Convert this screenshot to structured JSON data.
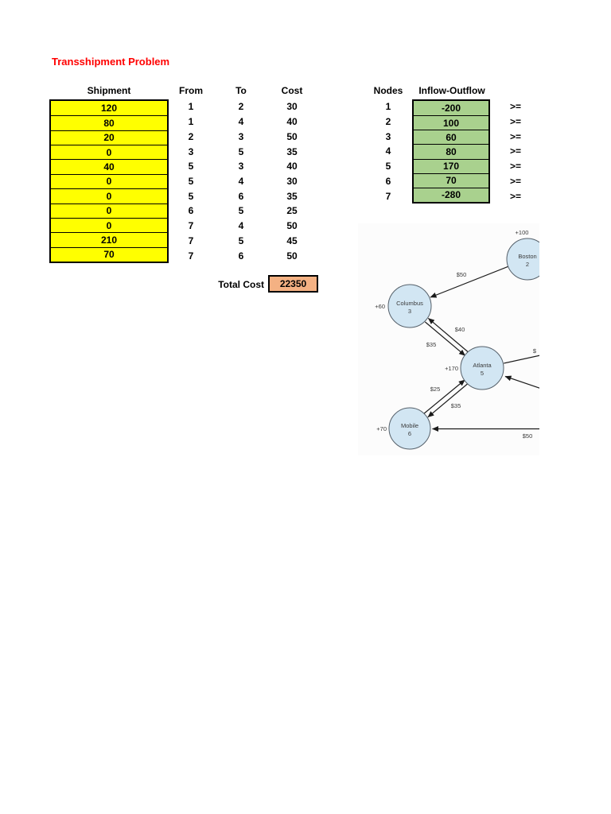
{
  "page": {
    "title": "Transshipment Problem"
  },
  "shipment_table": {
    "headers": {
      "shipment": "Shipment",
      "from": "From",
      "to": "To",
      "cost": "Cost"
    },
    "rows": [
      {
        "shipment": "120",
        "from": "1",
        "to": "2",
        "cost": "30"
      },
      {
        "shipment": "80",
        "from": "1",
        "to": "4",
        "cost": "40"
      },
      {
        "shipment": "20",
        "from": "2",
        "to": "3",
        "cost": "50"
      },
      {
        "shipment": "0",
        "from": "3",
        "to": "5",
        "cost": "35"
      },
      {
        "shipment": "40",
        "from": "5",
        "to": "3",
        "cost": "40"
      },
      {
        "shipment": "0",
        "from": "5",
        "to": "4",
        "cost": "30"
      },
      {
        "shipment": "0",
        "from": "5",
        "to": "6",
        "cost": "35"
      },
      {
        "shipment": "0",
        "from": "6",
        "to": "5",
        "cost": "25"
      },
      {
        "shipment": "0",
        "from": "7",
        "to": "4",
        "cost": "50"
      },
      {
        "shipment": "210",
        "from": "7",
        "to": "5",
        "cost": "45"
      },
      {
        "shipment": "70",
        "from": "7",
        "to": "6",
        "cost": "50"
      }
    ]
  },
  "nodes_table": {
    "headers": {
      "nodes": "Nodes",
      "inflow_outflow": "Inflow-Outflow"
    },
    "rows": [
      {
        "node": "1",
        "value": "-200",
        "op": ">="
      },
      {
        "node": "2",
        "value": "100",
        "op": ">="
      },
      {
        "node": "3",
        "value": "60",
        "op": ">="
      },
      {
        "node": "4",
        "value": "80",
        "op": ">="
      },
      {
        "node": "5",
        "value": "170",
        "op": ">="
      },
      {
        "node": "6",
        "value": "70",
        "op": ">="
      },
      {
        "node": "7",
        "value": "-280",
        "op": ">="
      }
    ]
  },
  "total_cost": {
    "label": "Total Cost",
    "value": "22350"
  },
  "diagram": {
    "nodes": [
      {
        "name": "Boston",
        "number": "2",
        "supply": "+100"
      },
      {
        "name": "Columbus",
        "number": "3",
        "supply": "+60"
      },
      {
        "name": "Atlanta",
        "number": "5",
        "supply": "+170"
      },
      {
        "name": "Mobile",
        "number": "6",
        "supply": "+70"
      }
    ],
    "edges": {
      "boston_to_columbus": "$50",
      "atlanta_to_columbus": "$40",
      "columbus_to_atlanta": "$35",
      "mobile_to_atlanta": "$25",
      "atlanta_to_mobile": "$35",
      "offscreen_to_mobile": "$50",
      "atlanta_to_offscreen": "$"
    }
  },
  "colors": {
    "title_red": "#ff0000",
    "cell_yellow": "#ffff00",
    "cell_green": "#a9d18e",
    "cell_orange": "#f4b183",
    "node_blue": "#d2e6f3"
  }
}
